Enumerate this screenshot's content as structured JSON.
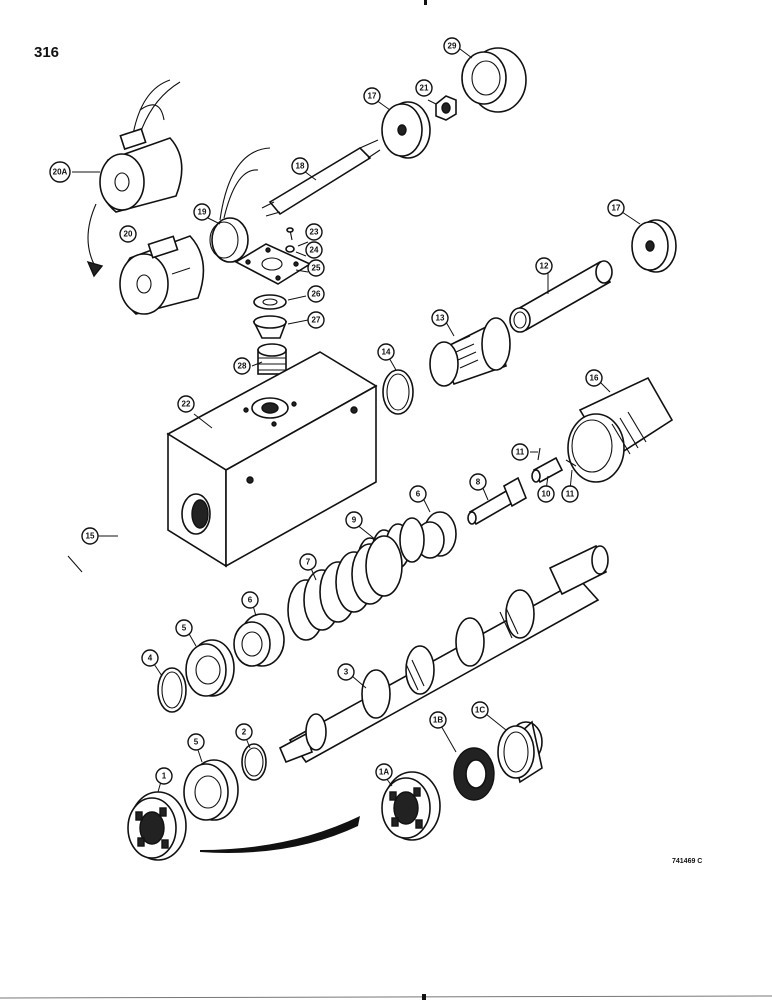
{
  "page_number": "316",
  "figure_code": "741469 C",
  "callouts": [
    {
      "id": "c1",
      "label": "1",
      "part": "threaded-ring"
    },
    {
      "id": "c1a",
      "label": "1A",
      "part": "threaded-ring"
    },
    {
      "id": "c1b",
      "label": "1B",
      "part": "seal"
    },
    {
      "id": "c1c",
      "label": "1C",
      "part": "bushing"
    },
    {
      "id": "c2",
      "label": "2",
      "part": "o-ring"
    },
    {
      "id": "c3",
      "label": "3",
      "part": "spool"
    },
    {
      "id": "c4",
      "label": "4",
      "part": "o-ring"
    },
    {
      "id": "c5a",
      "label": "5",
      "part": "washer"
    },
    {
      "id": "c5b",
      "label": "5",
      "part": "washer"
    },
    {
      "id": "c6a",
      "label": "6",
      "part": "spring-seat"
    },
    {
      "id": "c6b",
      "label": "6",
      "part": "spring-seat"
    },
    {
      "id": "c7",
      "label": "7",
      "part": "spring"
    },
    {
      "id": "c8",
      "label": "8",
      "part": "bolt"
    },
    {
      "id": "c9",
      "label": "9",
      "part": "spring"
    },
    {
      "id": "c10",
      "label": "10",
      "part": "pin"
    },
    {
      "id": "c11a",
      "label": "11",
      "part": "pin"
    },
    {
      "id": "c11b",
      "label": "11",
      "part": "pin"
    },
    {
      "id": "c12",
      "label": "12",
      "part": "tube"
    },
    {
      "id": "c13",
      "label": "13",
      "part": "fitting"
    },
    {
      "id": "c14",
      "label": "14",
      "part": "o-ring"
    },
    {
      "id": "c15",
      "label": "15",
      "part": "nut"
    },
    {
      "id": "c16",
      "label": "16",
      "part": "cap"
    },
    {
      "id": "c17a",
      "label": "17",
      "part": "washer"
    },
    {
      "id": "c17b",
      "label": "17",
      "part": "washer"
    },
    {
      "id": "c18",
      "label": "18",
      "part": "shaft"
    },
    {
      "id": "c19",
      "label": "19",
      "part": "ring"
    },
    {
      "id": "c20",
      "label": "20",
      "part": "cam"
    },
    {
      "id": "c20a",
      "label": "20A",
      "part": "cam"
    },
    {
      "id": "c21",
      "label": "21",
      "part": "nut"
    },
    {
      "id": "c22",
      "label": "22",
      "part": "valve-body"
    },
    {
      "id": "c23",
      "label": "23",
      "part": "screw"
    },
    {
      "id": "c24",
      "label": "24",
      "part": "washer"
    },
    {
      "id": "c25",
      "label": "25",
      "part": "plate"
    },
    {
      "id": "c26",
      "label": "26",
      "part": "gasket"
    },
    {
      "id": "c27",
      "label": "27",
      "part": "plug"
    },
    {
      "id": "c28",
      "label": "28",
      "part": "fitting"
    },
    {
      "id": "c29",
      "label": "29",
      "part": "retainer"
    }
  ]
}
